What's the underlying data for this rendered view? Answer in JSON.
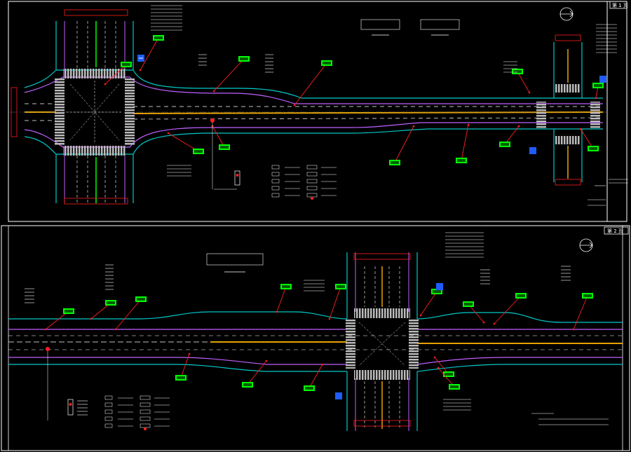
{
  "colors": {
    "background": "#000000",
    "frame": "#ffffff",
    "road_edge": "#00c8c8",
    "road_curb": "#c060ff",
    "centerline": "#e6a200",
    "callout_leader": "#ff2020",
    "callout_tag": "#00ff00",
    "sign_blue": "#1e5cff",
    "median_green": "#00c000",
    "dimension_red": "#ff2020"
  },
  "sheets": [
    {
      "page_label": "第 1 页",
      "callout_tag_count": 12,
      "signal_pole_count": 2,
      "section_views": 2,
      "north_arrow": "north-arrow-icon"
    },
    {
      "page_label": "第 2 页",
      "callout_tag_count": 14,
      "signal_pole_count": 1,
      "section_views": 1,
      "north_arrow": "north-arrow-icon"
    }
  ]
}
